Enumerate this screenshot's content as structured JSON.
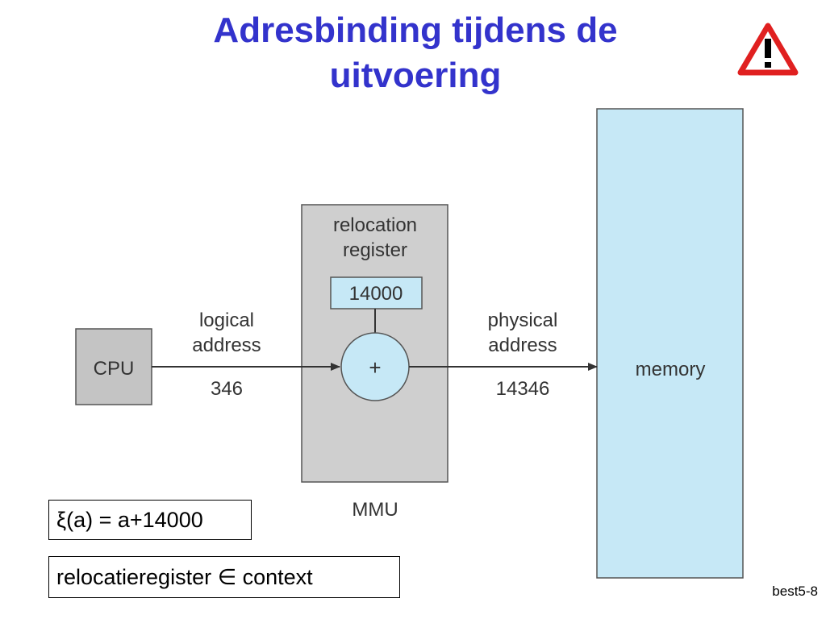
{
  "title_line1": "Adresbinding tijdens de",
  "title_line2": "uitvoering",
  "warning_icon": "warning-triangle-icon",
  "diagram": {
    "cpu_label": "CPU",
    "logical_line1": "logical",
    "logical_line2": "address",
    "logical_value": "346",
    "reloc_line1": "relocation",
    "reloc_line2": "register",
    "reloc_value": "14000",
    "adder_symbol": "+",
    "physical_line1": "physical",
    "physical_line2": "address",
    "physical_value": "14346",
    "mmu_label": "MMU",
    "memory_label": "memory"
  },
  "formula_text": "ξ(a) = a+14000",
  "context_text": "relocatieregister ∈ context",
  "slide_id": "best5-8",
  "colors": {
    "title": "#3333cc",
    "cpu_fill": "#c4c4c4",
    "mmu_fill": "#cfcfcf",
    "light_blue": "#c6e8f6"
  }
}
